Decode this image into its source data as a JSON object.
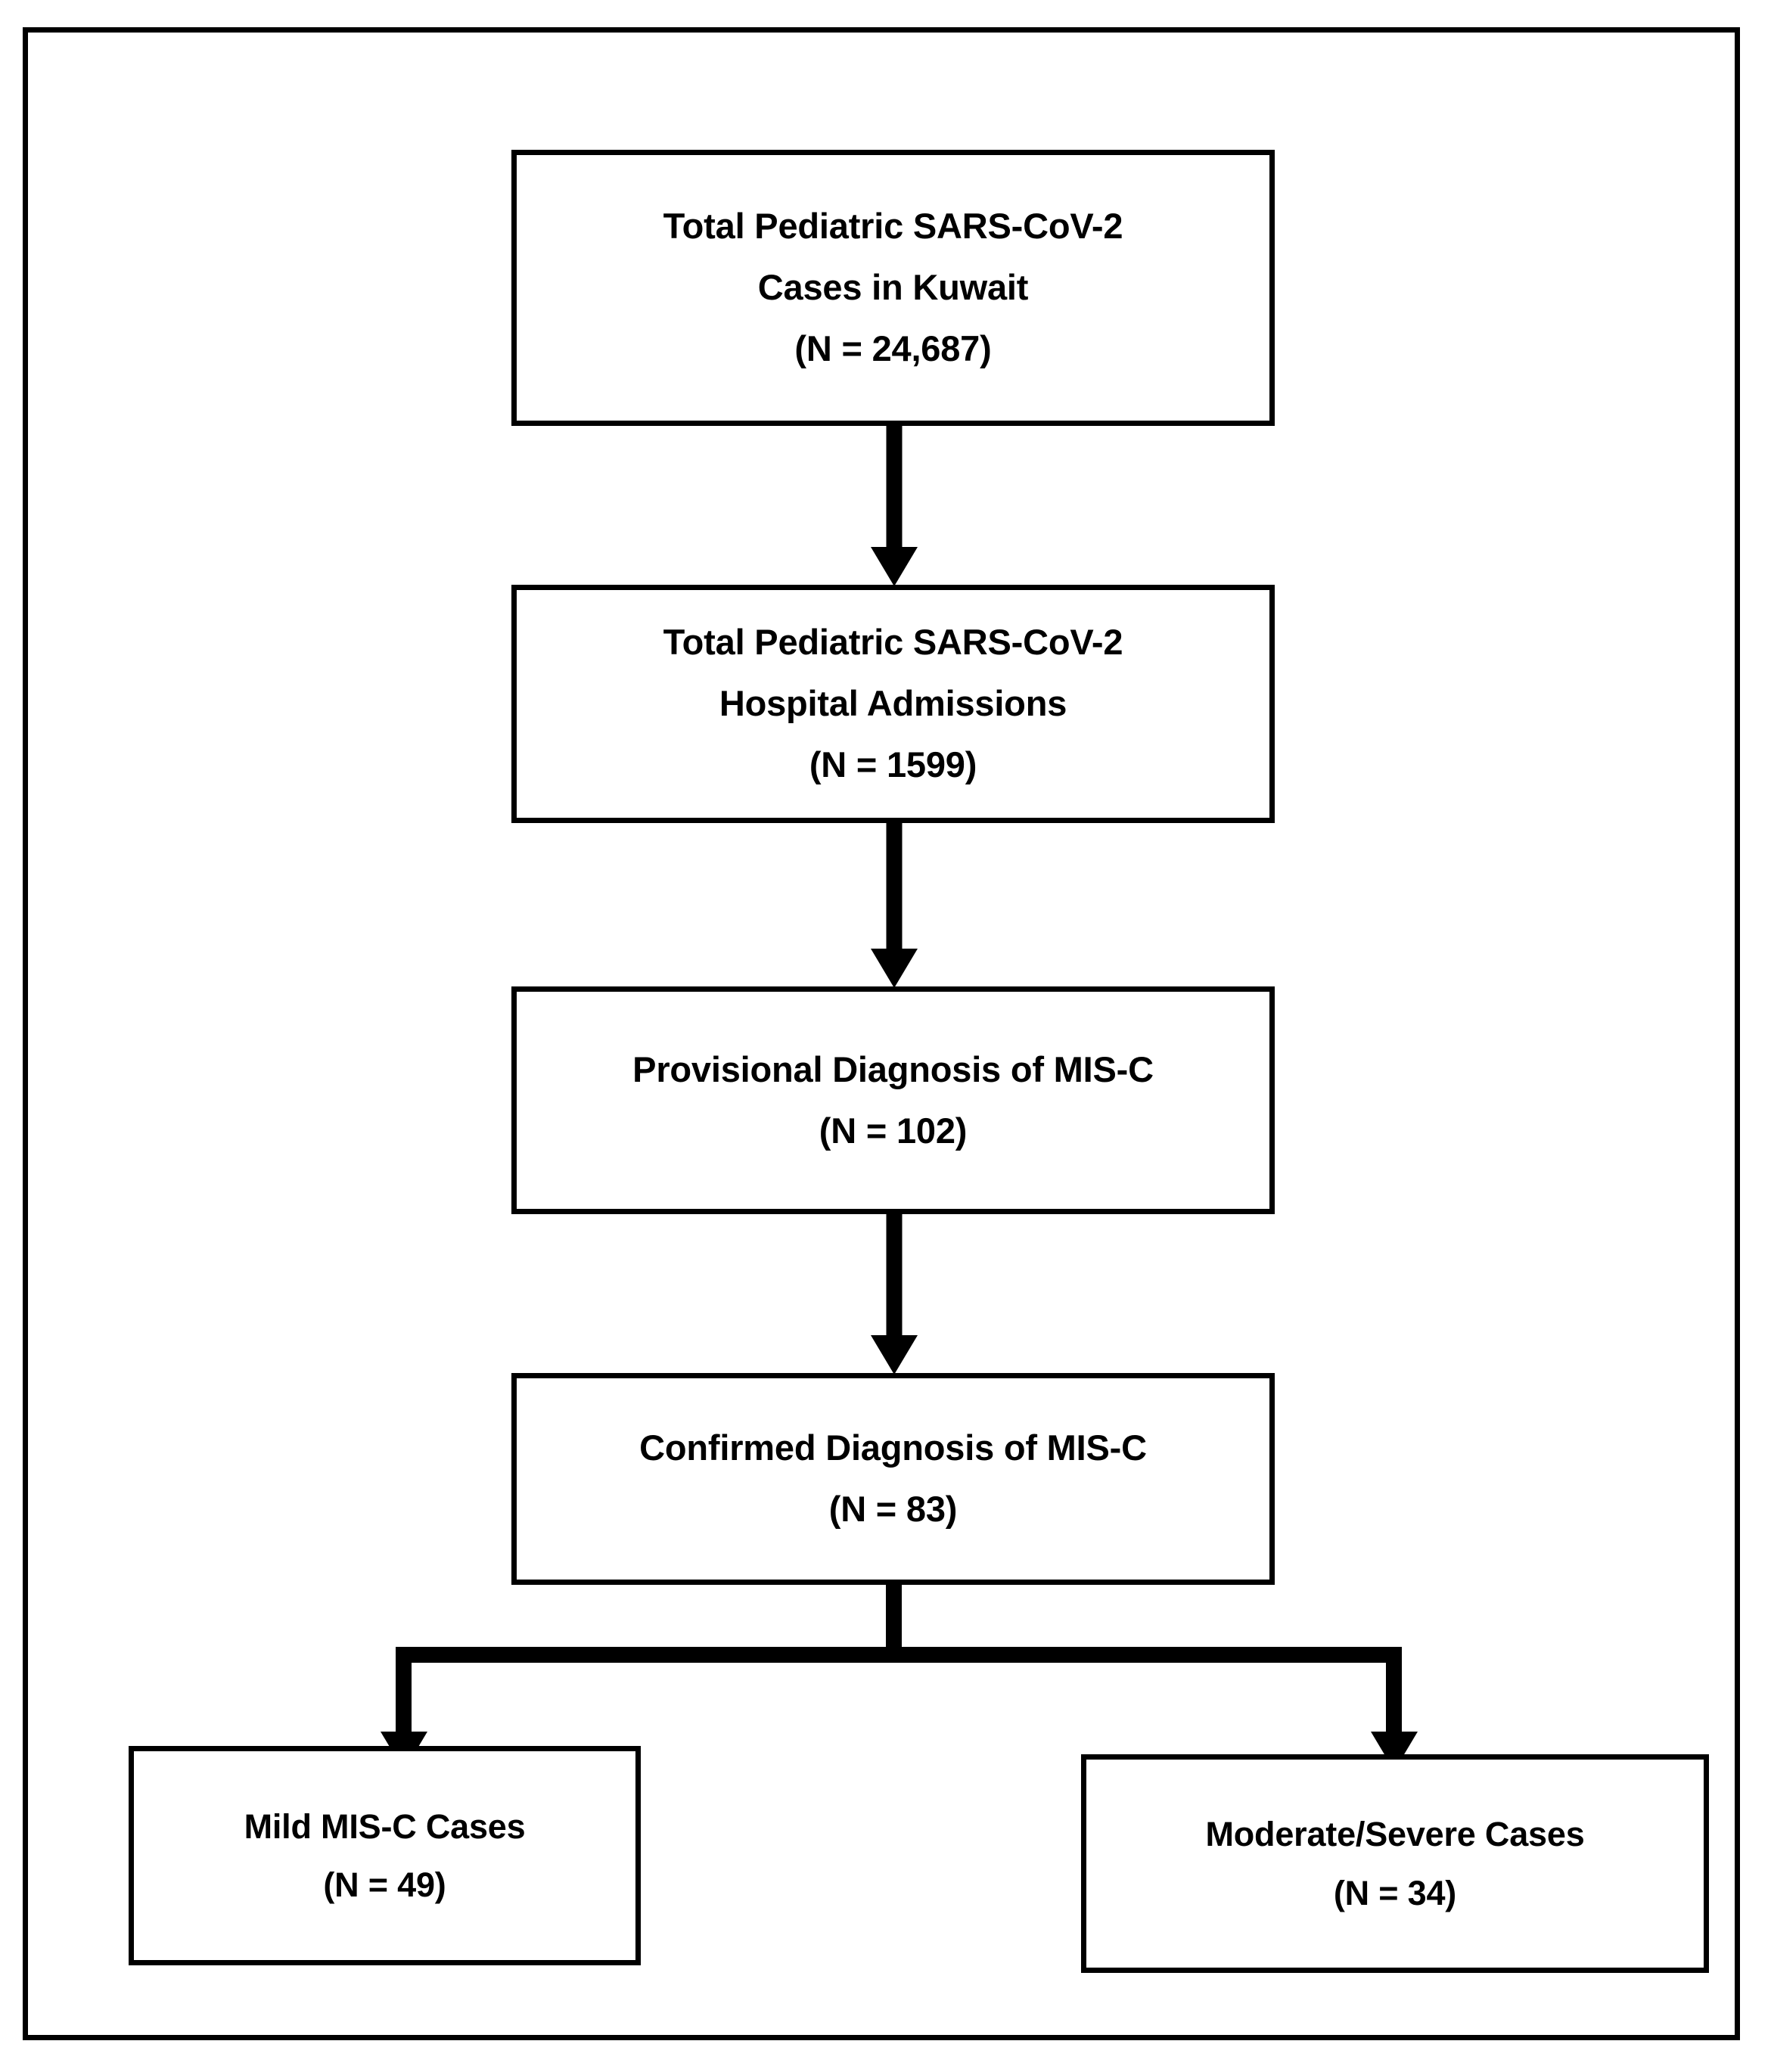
{
  "figure": {
    "type": "flowchart",
    "orientation": "top-down",
    "border_color": "#000000",
    "background_color": "#ffffff",
    "text_color": "#000000"
  },
  "nodes": [
    {
      "id": "total-cases",
      "name": "Total Pediatric SARS-CoV-2 Cases in Kuwait",
      "lines": [
        "Total Pediatric SARS-CoV-2",
        "Cases in Kuwait",
        "(N = 24,687)"
      ],
      "n_label": "(N = 24,687)",
      "n_value": 24687
    },
    {
      "id": "admissions",
      "name": "Total Pediatric SARS-CoV-2 Hospital Admissions",
      "lines": [
        "Total Pediatric SARS-CoV-2",
        "Hospital Admissions",
        "(N = 1599)"
      ],
      "n_label": "(N = 1599)",
      "n_value": 1599
    },
    {
      "id": "provisional",
      "name": "Provisional Diagnosis of MIS-C",
      "lines": [
        "Provisional Diagnosis of MIS-C",
        "(N = 102)"
      ],
      "n_label": "(N = 102)",
      "n_value": 102
    },
    {
      "id": "confirmed",
      "name": "Confirmed Diagnosis of MIS-C",
      "lines": [
        "Confirmed Diagnosis of MIS-C",
        "(N = 83)"
      ],
      "n_label": "(N = 83)",
      "n_value": 83
    },
    {
      "id": "mild",
      "name": "Mild MIS-C Cases",
      "lines": [
        "Mild MIS-C Cases",
        "(N = 49)"
      ],
      "n_label": "(N = 49)",
      "n_value": 49
    },
    {
      "id": "moderate-severe",
      "name": "Moderate/Severe Cases",
      "lines": [
        "Moderate/Severe Cases",
        "(N = 34)"
      ],
      "n_label": "(N = 34)",
      "n_value": 34
    }
  ],
  "edges": [
    {
      "from": "total-cases",
      "to": "admissions",
      "style": "arrow-down"
    },
    {
      "from": "admissions",
      "to": "provisional",
      "style": "arrow-down"
    },
    {
      "from": "provisional",
      "to": "confirmed",
      "style": "arrow-down"
    },
    {
      "from": "confirmed",
      "to": "mild",
      "style": "branch-arrow-down-left"
    },
    {
      "from": "confirmed",
      "to": "moderate-severe",
      "style": "branch-arrow-down-right"
    }
  ]
}
